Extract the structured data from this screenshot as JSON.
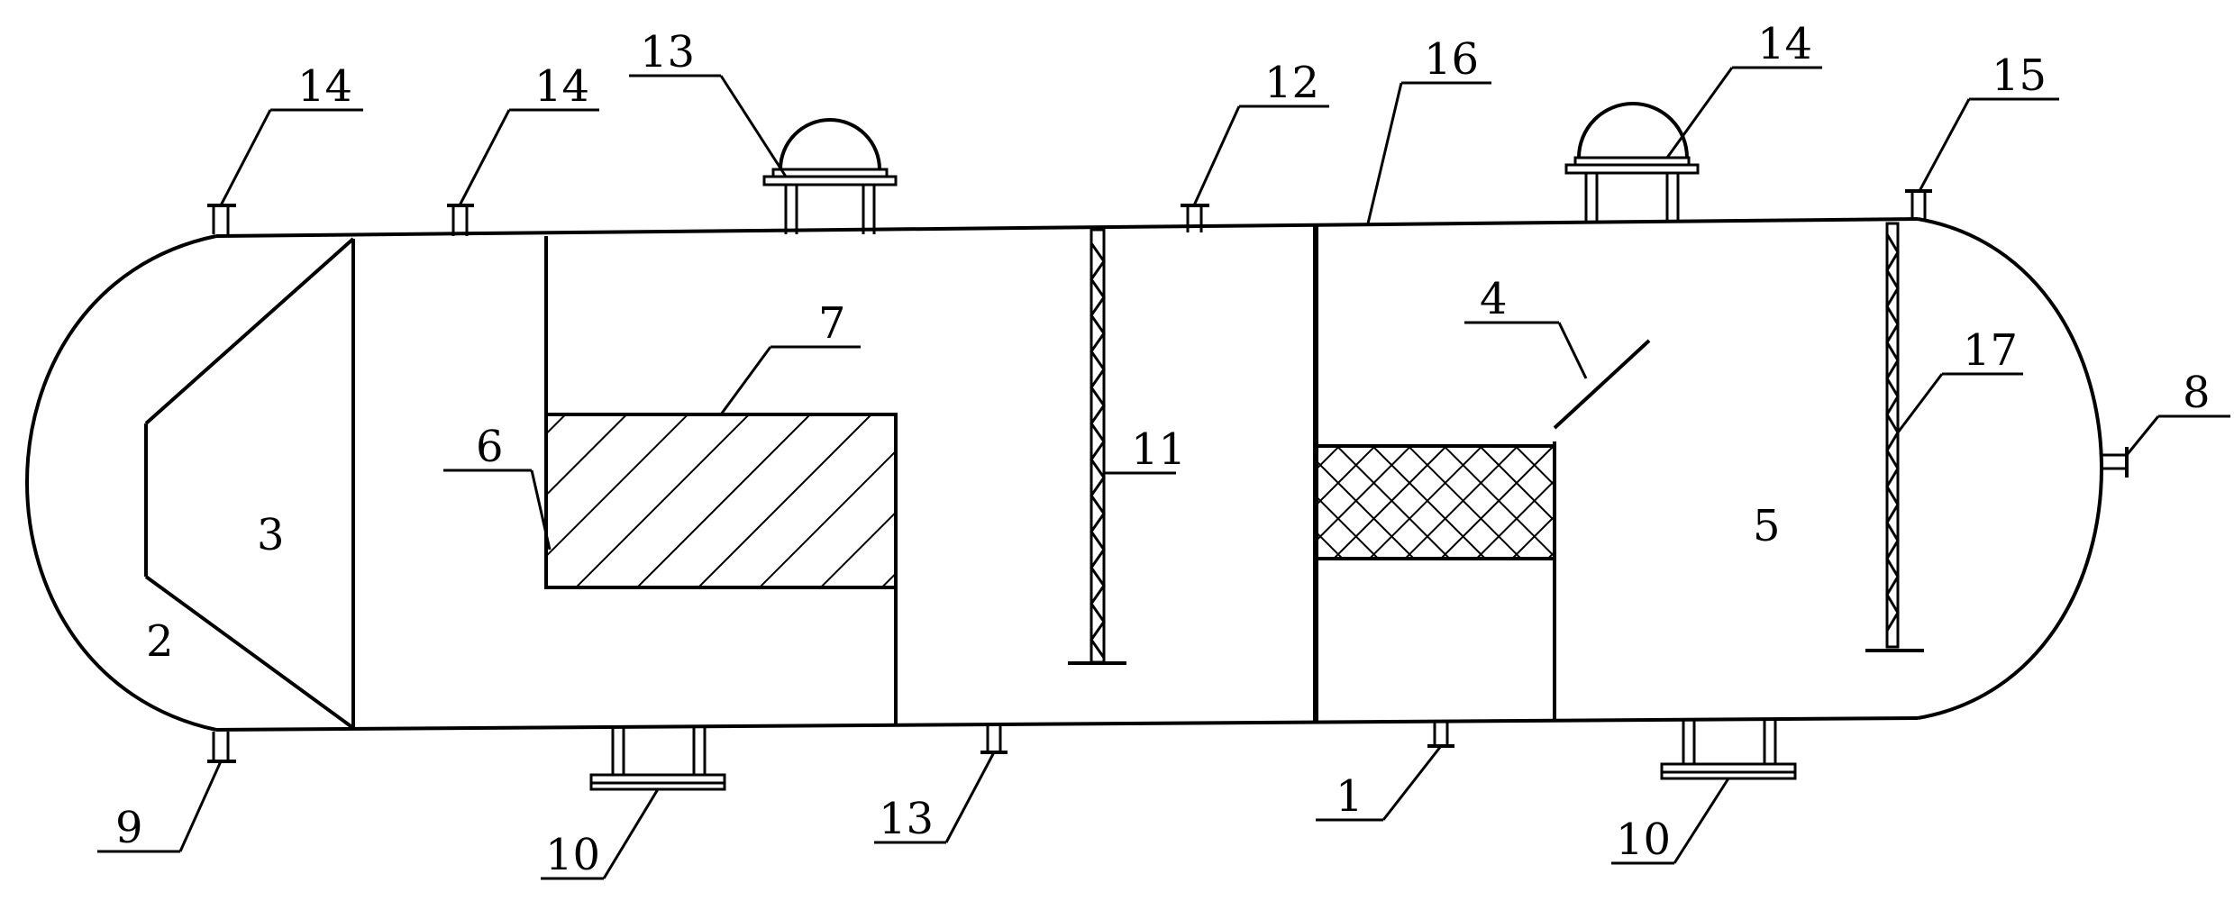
{
  "callouts": [
    {
      "id": "c1",
      "text": "1"
    },
    {
      "id": "c2",
      "text": "2"
    },
    {
      "id": "c3",
      "text": "3"
    },
    {
      "id": "c4",
      "text": "4"
    },
    {
      "id": "c5",
      "text": "5"
    },
    {
      "id": "c6",
      "text": "6"
    },
    {
      "id": "c7",
      "text": "7"
    },
    {
      "id": "c8",
      "text": "8"
    },
    {
      "id": "c9",
      "text": "9"
    },
    {
      "id": "c10a",
      "text": "10"
    },
    {
      "id": "c10b",
      "text": "10"
    },
    {
      "id": "c11",
      "text": "11"
    },
    {
      "id": "c12",
      "text": "12"
    },
    {
      "id": "c13a",
      "text": "13"
    },
    {
      "id": "c13b",
      "text": "13"
    },
    {
      "id": "c14a",
      "text": "14"
    },
    {
      "id": "c14b",
      "text": "14"
    },
    {
      "id": "c14c",
      "text": "14"
    },
    {
      "id": "c15",
      "text": "15"
    },
    {
      "id": "c16",
      "text": "16"
    },
    {
      "id": "c17",
      "text": "17"
    }
  ]
}
